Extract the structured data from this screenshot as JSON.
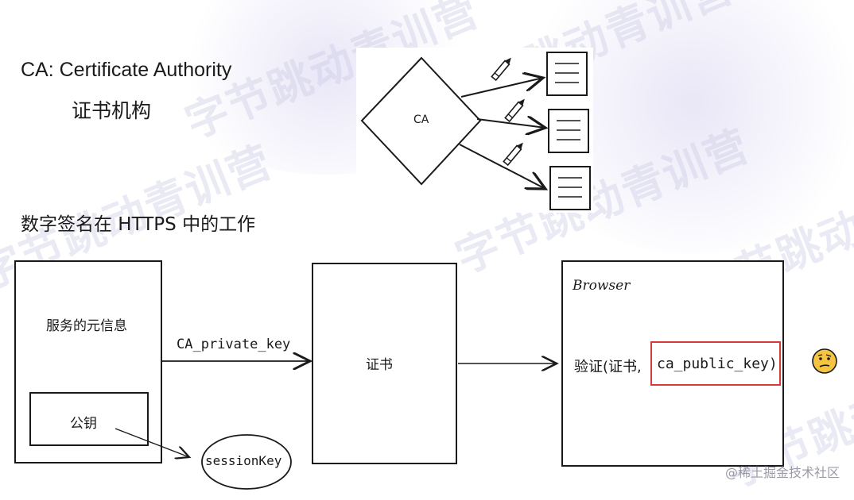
{
  "headings": {
    "ca_title": "CA: Certificate Authority",
    "ca_subtitle": "证书机构",
    "signature_title": "数字签名在 HTTPS 中的工作"
  },
  "top_diagram": {
    "ca_label": "CA"
  },
  "flow": {
    "server_box_label": "服务的元信息",
    "public_key_label": "公钥",
    "private_key_arrow_label": "CA_private_key",
    "certificate_label": "证书",
    "browser_label": "Browser",
    "verify_prefix": "验证(证书,",
    "verify_key": "ca_public_key)",
    "session_key_label": "sessionKey"
  },
  "watermark_text": "字节跳动青训营",
  "footer": "@稀土掘金技术社区",
  "colors": {
    "highlight": "#d63a3a",
    "emoji": "#f5c542"
  },
  "icons": [
    "pencil-icon",
    "document-icon",
    "thinking-face-icon"
  ]
}
